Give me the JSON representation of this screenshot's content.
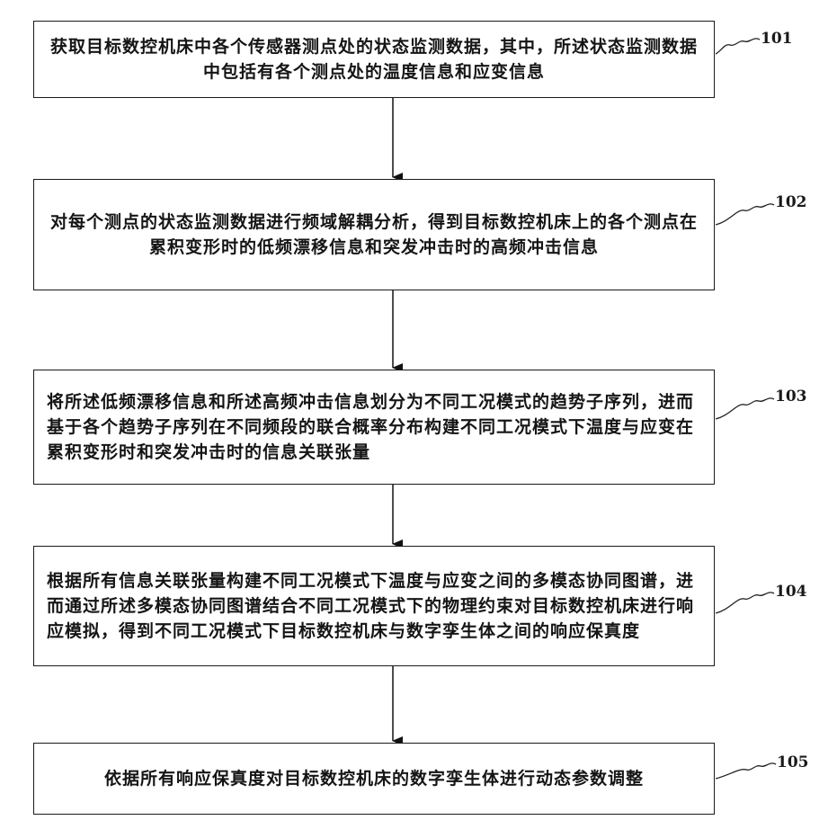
{
  "flowchart": {
    "steps": [
      {
        "id": "101",
        "text": "获取目标数控机床中各个传感器测点处的状态监测数据，其中，所述状态监测数据中包括有各个测点处的温度信息和应变信息"
      },
      {
        "id": "102",
        "text": "对每个测点的状态监测数据进行频域解耦分析，得到目标数控机床上的各个测点在累积变形时的低频漂移信息和突发冲击时的高频冲击信息"
      },
      {
        "id": "103",
        "text": "将所述低频漂移信息和所述高频冲击信息划分为不同工况模式的趋势子序列，进而基于各个趋势子序列在不同频段的联合概率分布构建不同工况模式下温度与应变在累积变形时和突发冲击时的信息关联张量"
      },
      {
        "id": "104",
        "text": "根据所有信息关联张量构建不同工况模式下温度与应变之间的多模态协同图谱，进而通过所述多模态协同图谱结合不同工况模式下的物理约束对目标数控机床进行响应模拟，得到不同工况模式下目标数控机床与数字孪生体之间的响应保真度"
      },
      {
        "id": "105",
        "text": "依据所有响应保真度对目标数控机床的数字孪生体进行动态参数调整"
      }
    ]
  }
}
